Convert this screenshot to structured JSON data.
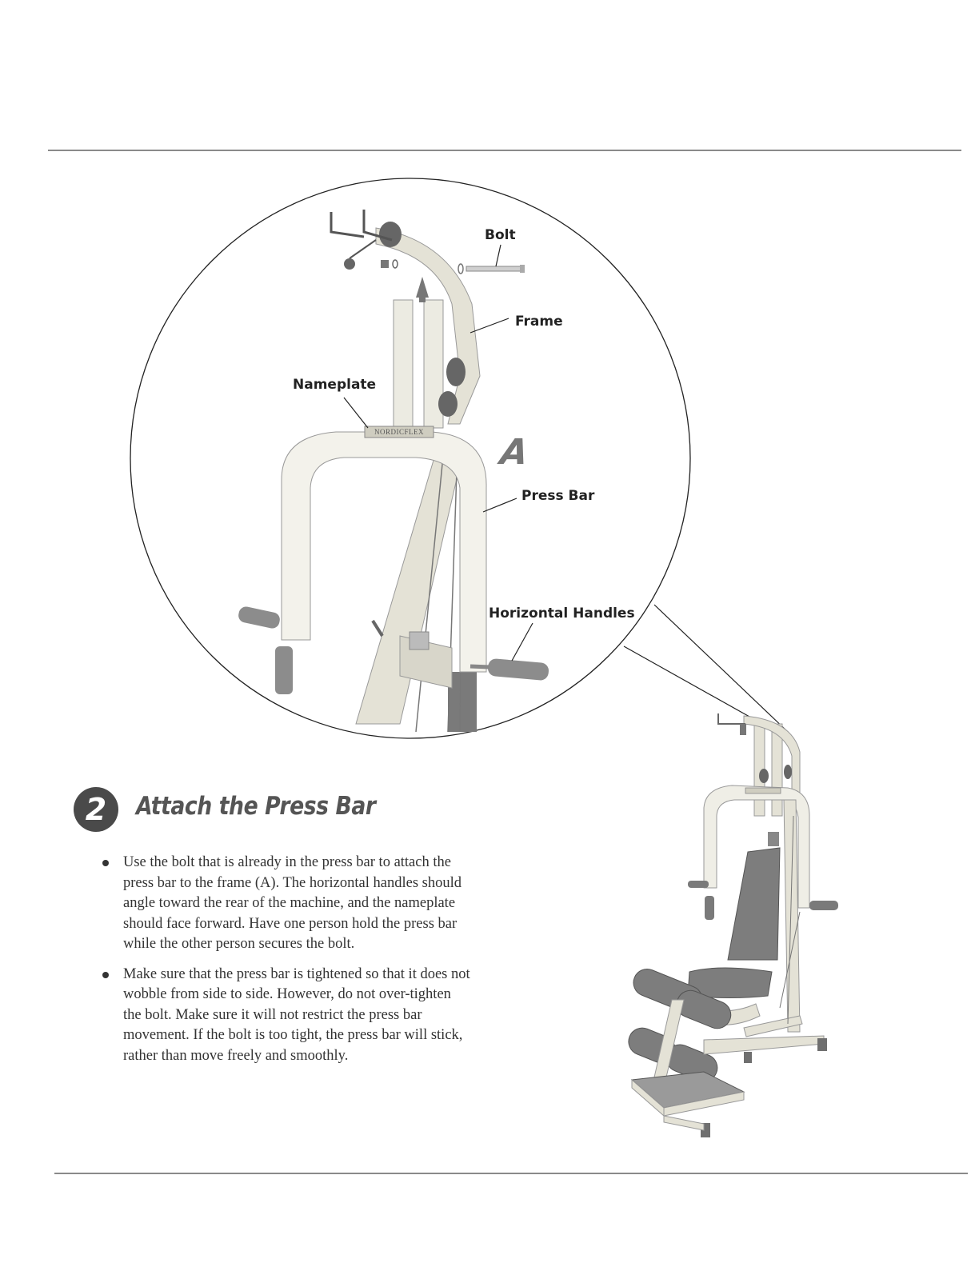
{
  "illustration": {
    "callouts": {
      "bolt": "Bolt",
      "frame": "Frame",
      "nameplate": "Nameplate",
      "press_bar": "Press Bar",
      "horizontal_handles": "Horizontal Handles"
    },
    "detail_letter": "A",
    "nameplate_text": "NORDICFLEX"
  },
  "step": {
    "number": "2",
    "title": "Attach the Press Bar",
    "bullets": [
      "Use the bolt that is already in the press bar to attach the press bar to the frame (A). The horizontal handles should angle toward the rear of the machine, and the nameplate should face forward. Have one person hold the press bar while the other person secures the bolt.",
      "Make sure that the press bar is tightened so that it does not wobble from side to side. However, do not over-tighten the bolt. Make sure it will not restrict the press bar movement. If the bolt is too tight, the press bar will stick, rather than move freely and smoothly."
    ]
  },
  "colors": {
    "frame": "#e4e2d6",
    "pad": "#8c8c8c",
    "dark_pad": "#6f6f6f",
    "rule": "#8a8a8a"
  }
}
